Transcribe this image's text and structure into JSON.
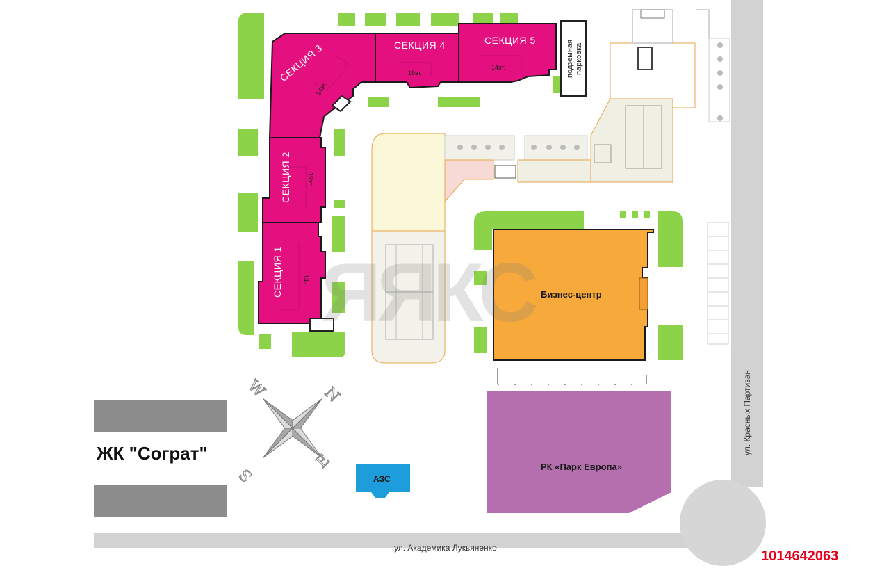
{
  "complex": {
    "name": "ЖК \"Сограт\"",
    "listing_id": "1014642063",
    "watermark": "ЯЯКС"
  },
  "sections": [
    {
      "name": "СЕКЦИЯ 1",
      "floors": "14эт."
    },
    {
      "name": "СЕКЦИЯ 2",
      "floors": "19эт."
    },
    {
      "name": "СЕКЦИЯ 3",
      "floors": "24эт."
    },
    {
      "name": "СЕКЦИЯ 4",
      "floors": "19эт."
    },
    {
      "name": "СЕКЦИЯ 5",
      "floors": "14эт."
    }
  ],
  "parking": {
    "line1": "подземная",
    "line2": "парковка"
  },
  "buildings": {
    "business_center": "Бизнес-центр",
    "mall": "РК «Парк Европа»",
    "gas_station": "АЗС"
  },
  "streets": {
    "academic": "ул. Академика Лукьяненко",
    "partisan": "ул. Красных Партизан"
  },
  "compass": {
    "n": "N",
    "e": "E",
    "s": "S",
    "w": "W"
  },
  "colors": {
    "residential": "#e4107f",
    "business_center": "#f7a93b",
    "mall": "#b56fae",
    "gas_station": "#1e9ddc",
    "greenery": "#8dd34a",
    "road": "#d2d2d2",
    "listing_id": "#e3001b"
  }
}
